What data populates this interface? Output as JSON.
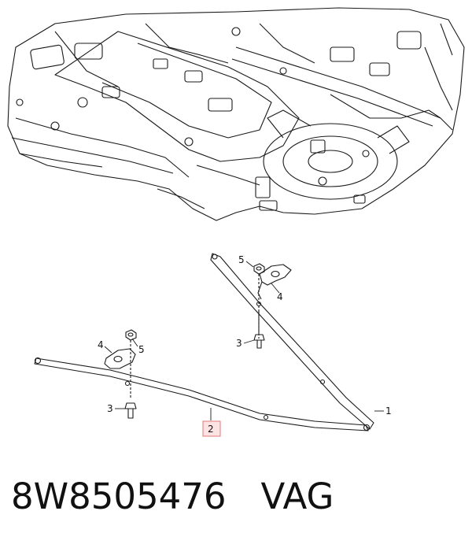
{
  "callouts": {
    "c1": "1",
    "c2": "2",
    "c3a": "3",
    "c3b": "3",
    "c4a": "4",
    "c4b": "4",
    "c5a": "5",
    "c5b": "5"
  },
  "footer": {
    "part_number": "8W8505476",
    "vendor": "VAG"
  },
  "colors": {
    "line": "#1a1a1a",
    "highlight_fill": "#fbe3e3",
    "highlight_stroke": "#e07a7a"
  }
}
